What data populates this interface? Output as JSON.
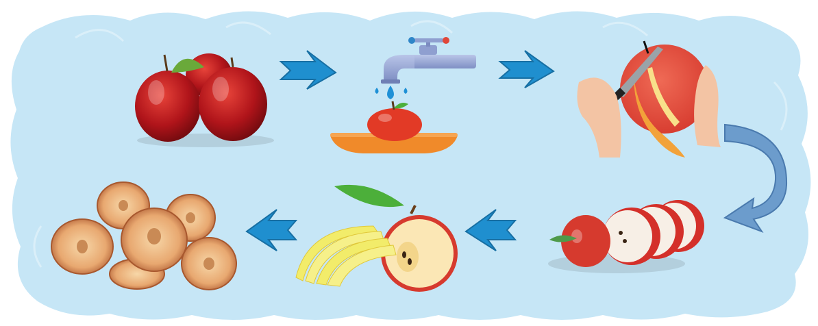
{
  "diagram": {
    "kind": "process-flow",
    "background_color": "#c6e6f6",
    "arrow_color": "#1f8fcf",
    "curved_arrow_color": "#6c9ccc",
    "steps": [
      {
        "id": "step-1",
        "depicts": "whole-red-apples"
      },
      {
        "id": "step-2",
        "depicts": "washing-apple-under-tap"
      },
      {
        "id": "step-3",
        "depicts": "peeling-apple-with-knife"
      },
      {
        "id": "step-4",
        "depicts": "sliced-apple-rings"
      },
      {
        "id": "step-5",
        "depicts": "cut-apple-and-slices"
      },
      {
        "id": "step-6",
        "depicts": "dried-apple-chips"
      }
    ],
    "flow": [
      "step-1",
      "step-2",
      "step-3",
      "step-4",
      "step-5",
      "step-6"
    ]
  }
}
